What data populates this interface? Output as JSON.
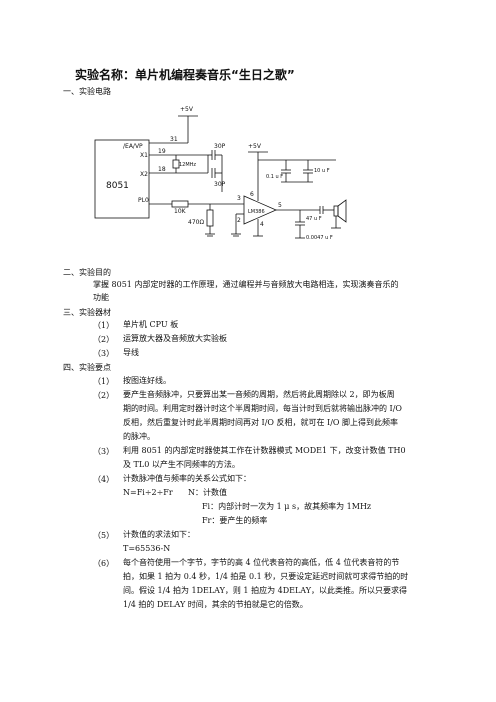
{
  "title": "实验名称：单片机编程奏音乐“生日之歌”",
  "sections": {
    "s1": "一、实验电路",
    "s2": "二、实验目的",
    "s3": "三、实验器材",
    "s4": "四、实验要点"
  },
  "circuit": {
    "vcc_top": "+5V",
    "vcc_right": "+5V",
    "pin31": "31",
    "pin19": "19",
    "pin18": "18",
    "pin6": "6",
    "pin4": "4",
    "pin3": "3",
    "pin2": "2",
    "pin5": "5",
    "ea": "/EA/VP",
    "x1": "X1",
    "x2": "X2",
    "mcu": "8051",
    "pl0": "PL0",
    "crystal": "12MHz",
    "c1": "30P",
    "c2": "30P",
    "r1": "10K",
    "r2": "470Ω",
    "amp": "LM386",
    "cap_01": "0.1 u F",
    "cap_10": "10 u F",
    "cap_47": "47 u F",
    "cap_00047": "0.0047 u F"
  },
  "purpose": {
    "line1": "掌握 8051 内部定时器的工作原理，通过编程并与音频放大电路相连，实现演奏音乐的",
    "line2": "功能"
  },
  "equipment": [
    {
      "n": "（1）",
      "t": "单片机 CPU 板"
    },
    {
      "n": "（2）",
      "t": "运算放大器及音频放大实验板"
    },
    {
      "n": "（3）",
      "t": "导线"
    }
  ],
  "points": {
    "p1n": "（1）",
    "p1": "按图连好线。",
    "p2n": "（2）",
    "p2a": "要产生音频脉冲，只要算出某一音频的周期，然后将此周期除以 2，即为板周",
    "p2b": "期的时间。利用定时器计时这个半周期时间，每当计时到后就将输出脉冲的 I/O",
    "p2c": "反相，然后重复计时此半周期时间再对 I/O 反相，就可在 I/O 脚上得到此频率",
    "p2d": "的脉冲。",
    "p3n": "（3）",
    "p3a": "利用 8051 的内部定时器使其工作在计数器模式 MODE1 下，改变计数值 TH0",
    "p3b": "及 TL0 以产生不同频率的方法。",
    "p4n": "（4）",
    "p4a": "计数脉冲值与频率的关系公式如下：",
    "p4b": "N=Fi÷2÷Fr",
    "p4c": "N：计数值",
    "p4d": "Fi：内部计时一次为 1 μ s，故其频率为 1MHz",
    "p4e": "Fr：要产生的频率",
    "p5n": "（5）",
    "p5a": "计数值的求法如下：",
    "p5b": "T=65536-N",
    "p6n": "（6）",
    "p6a": "每个音符使用一个字节，字节的高 4 位代表音符的高低，低 4 位代表音符的节",
    "p6b": "拍，如果 1 拍为 0.4 秒，1/4 拍是 0.1 秒，只要设定延迟时间就可求得节拍的时",
    "p6c": "间。假设 1/4 拍为 1DELAY，则 1 拍应为 4DELAY，以此类推。所以只要求得",
    "p6d": "1/4 拍的 DELAY 时间，其余的节拍就是它的倍数。"
  }
}
